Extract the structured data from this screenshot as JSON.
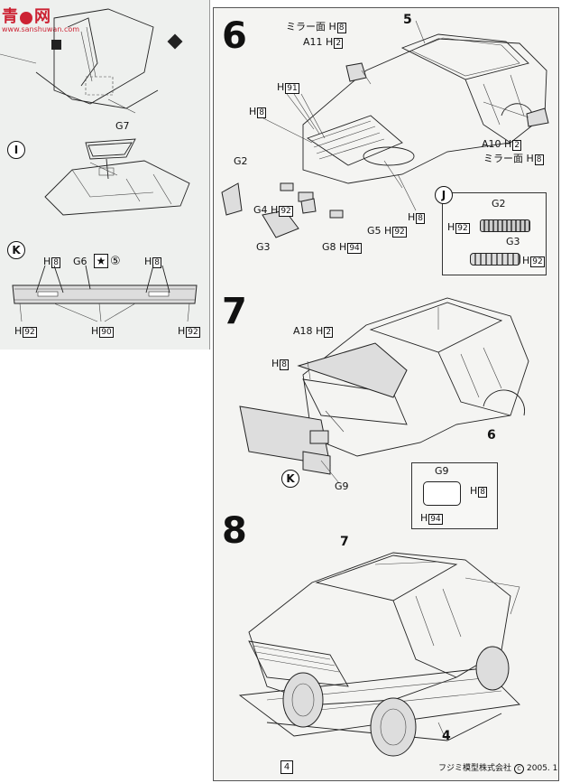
{
  "watermark": {
    "line1": "青",
    "line2": "网",
    "url": "www.sanshuwan.com"
  },
  "left": {
    "step_i": "I",
    "step_k": "K",
    "g7": "G7",
    "g6": "G6",
    "five": "⑤",
    "h8": "8",
    "h90": "90",
    "h92": "92",
    "h_prefix": "H"
  },
  "step6": {
    "num": "6",
    "ref": "5",
    "mirror_top": "ミラー面",
    "a11": "A11",
    "h8": "8",
    "h2": "2",
    "h91": "91",
    "h92": "92",
    "h94": "94",
    "a10": "A10",
    "mirror_bottom": "ミラー面",
    "g2": "G2",
    "g3": "G3",
    "g4": "G4",
    "g5": "G5",
    "g8": "G8",
    "j": "J",
    "h_prefix": "H"
  },
  "step7": {
    "num": "7",
    "ref": "6",
    "a18": "A18",
    "h2": "2",
    "h8": "8",
    "h94": "94",
    "g9": "G9",
    "k": "K",
    "h_prefix": "H"
  },
  "step8": {
    "num": "8",
    "ref_top": "7",
    "ref_bottom": "4"
  },
  "footer": {
    "page": "4",
    "company": "フジミ模型株式会社",
    "c": "C",
    "year": "2005. 1"
  }
}
